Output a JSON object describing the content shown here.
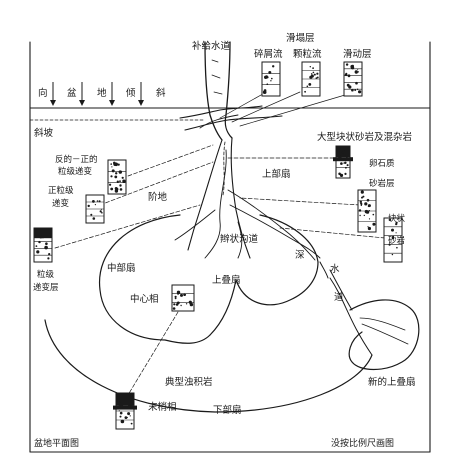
{
  "labels": {
    "feeder_channel": "补给水道",
    "slump_layer": "滑塌层",
    "debris_flow": "碎屑流",
    "grain_flow": "颗粒流",
    "slide_layer": "滑动层",
    "basin_direction": [
      "向",
      "盆",
      "地",
      "倾",
      "斜"
    ],
    "slope": "斜坡",
    "reverse_normal_grading": [
      "反的－正的",
      "粒级递变"
    ],
    "normal_grading": [
      "正粒级",
      "递变"
    ],
    "massive_sandstone": "大型块状砂岩及混杂岩",
    "upper_fan": "上部扇",
    "pebbly_sandstone": [
      "卵石质",
      "砂岩层"
    ],
    "terrace": "阶地",
    "braided_channels": "辫状沟道",
    "deep": "深",
    "water": "水",
    "channel": "道",
    "massive_sand": [
      "块状",
      "砂岩"
    ],
    "graded_bed": [
      "粒级",
      "递变层"
    ],
    "mid_fan": "中部扇",
    "upper_suprafan": "上叠扇",
    "central_facies": "中心相",
    "classic_turbidite": "典型浊积岩",
    "fringe_facies": "末梢相",
    "lower_fan": "下部扇",
    "new_suprafan": "新的上叠扇",
    "plan_view": "盆地平面图",
    "not_to_scale": "没按比例尺画图"
  },
  "icons": {
    "arrow": "arrow-down-icon",
    "rock_column": "rock-column-icon"
  },
  "colors": {
    "ink": "#1a1a1a",
    "paper": "#ffffff"
  }
}
